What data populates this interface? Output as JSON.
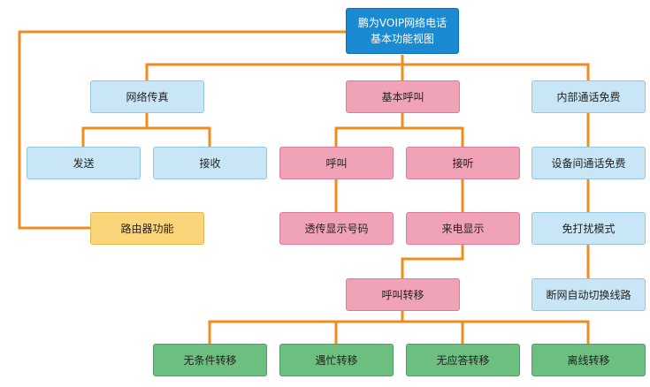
{
  "root": {
    "line1": "鹏为VOIP网络电话",
    "line2": "基本功能视图"
  },
  "fax": {
    "label": "网络传真",
    "send": "发送",
    "receive": "接收"
  },
  "router": {
    "label": "路由器功能"
  },
  "call": {
    "label": "基本呼叫",
    "outgoing": "呼叫",
    "outgoing_child": "透传显示号码",
    "answer": "接听",
    "answer_child": "来电显示",
    "transfer": "呼叫转移",
    "transfer_types": [
      "无条件转移",
      "遇忙转移",
      "无应答转移",
      "离线转移"
    ]
  },
  "internal": {
    "label": "内部通话免费",
    "items": [
      "设备间通话免费",
      "免打扰模式",
      "断网自动切换线路"
    ]
  },
  "colors": {
    "connector": "#f08c1e",
    "root": "#1a8ad2",
    "blue": "#c9e6f6",
    "pink": "#f0a3b6",
    "green": "#6cbf7f",
    "yellow": "#fbd579"
  }
}
